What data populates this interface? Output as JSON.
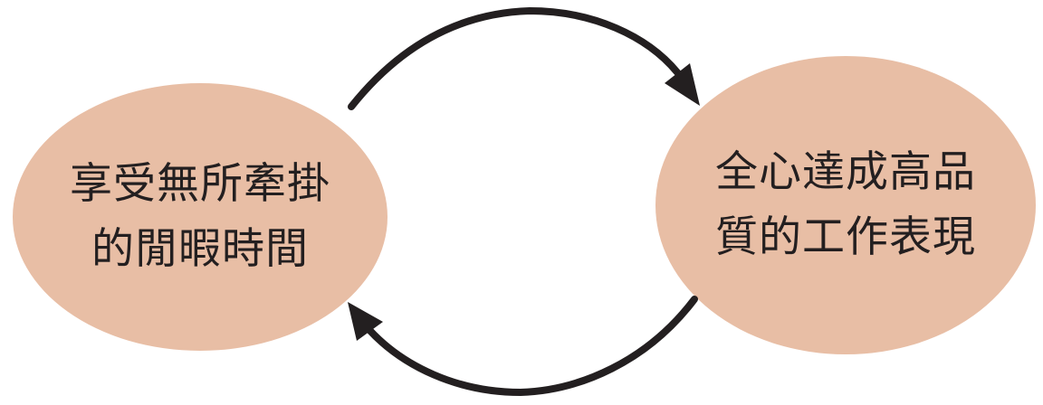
{
  "diagram": {
    "nodes": [
      {
        "id": "left",
        "lines": [
          "享受無所牽掛",
          "的閒暇時間"
        ]
      },
      {
        "id": "right",
        "lines": [
          "全心達成高品",
          "質的工作表現"
        ]
      }
    ],
    "edges": [
      {
        "from": "left",
        "to": "right"
      },
      {
        "from": "right",
        "to": "left"
      }
    ],
    "colors": {
      "node_fill": "#e8bea5",
      "arrow": "#231f20",
      "text": "#231f20"
    }
  }
}
